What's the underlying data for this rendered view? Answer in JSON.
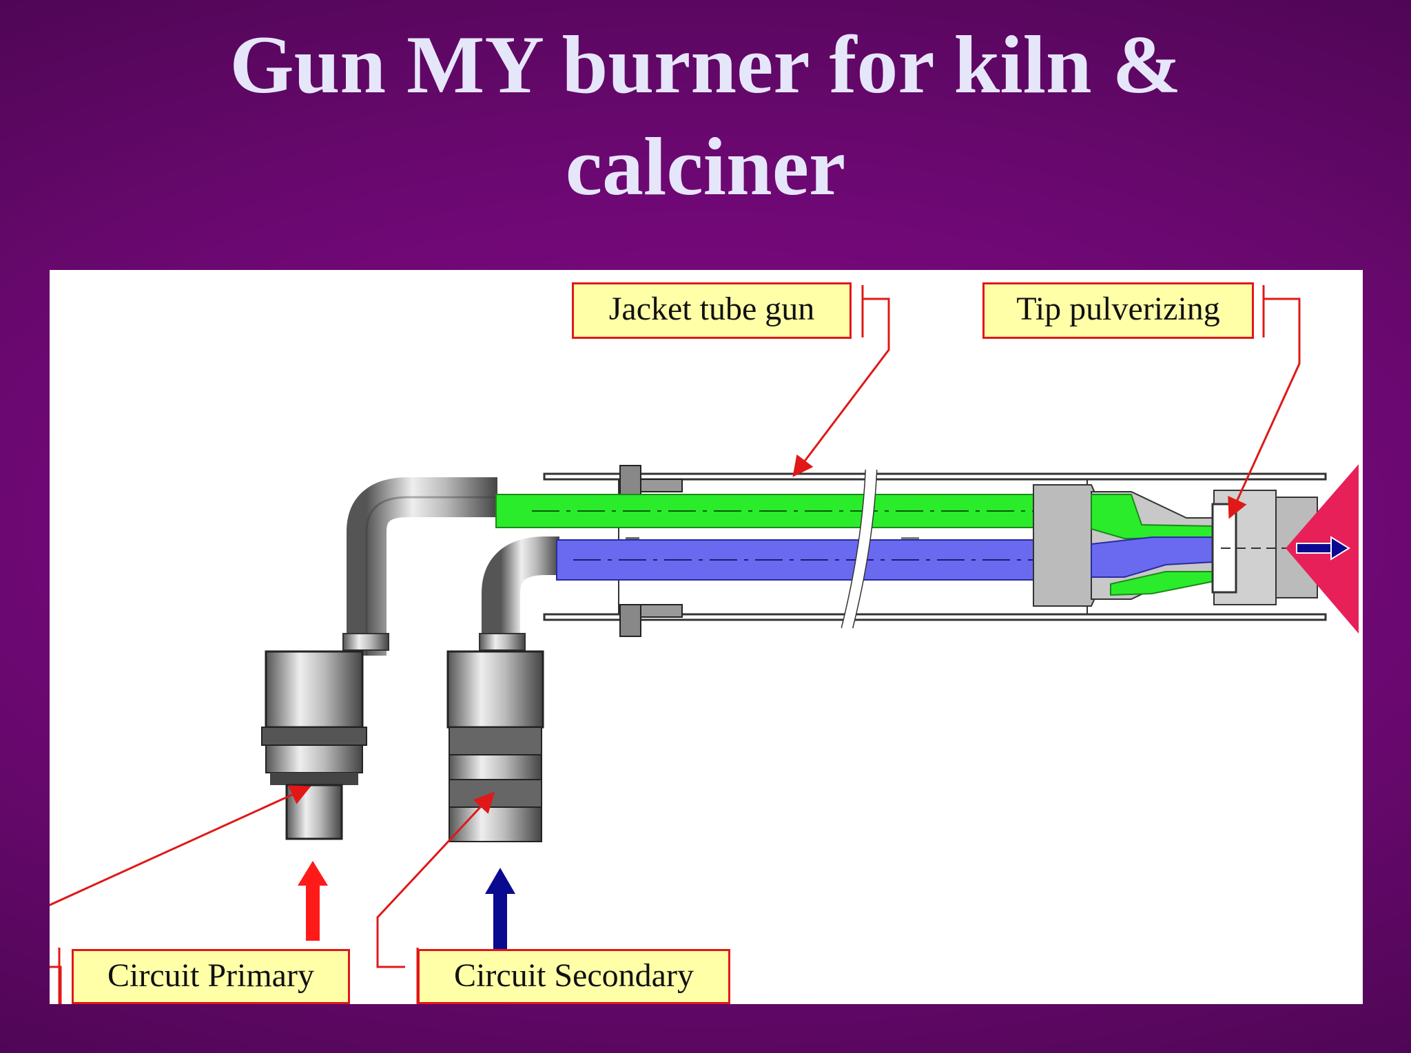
{
  "title": {
    "line1": "Gun MY burner for kiln &",
    "line2": "calciner"
  },
  "labels": {
    "jacket_tube": "Jacket tube gun",
    "tip": "Tip pulverizing",
    "primary": "Circuit Primary",
    "secondary": "Circuit Secondary"
  },
  "colors": {
    "background": "#7a0a80",
    "title_text": "#e6e6fa",
    "label_fill": "#ffffa8",
    "label_border": "#e01818",
    "primary_flow": "#22ee22",
    "secondary_flow": "#6a6af0",
    "primary_arrow": "#ff1a1a",
    "secondary_arrow": "#0a0a90",
    "flame": "#e8205a"
  }
}
